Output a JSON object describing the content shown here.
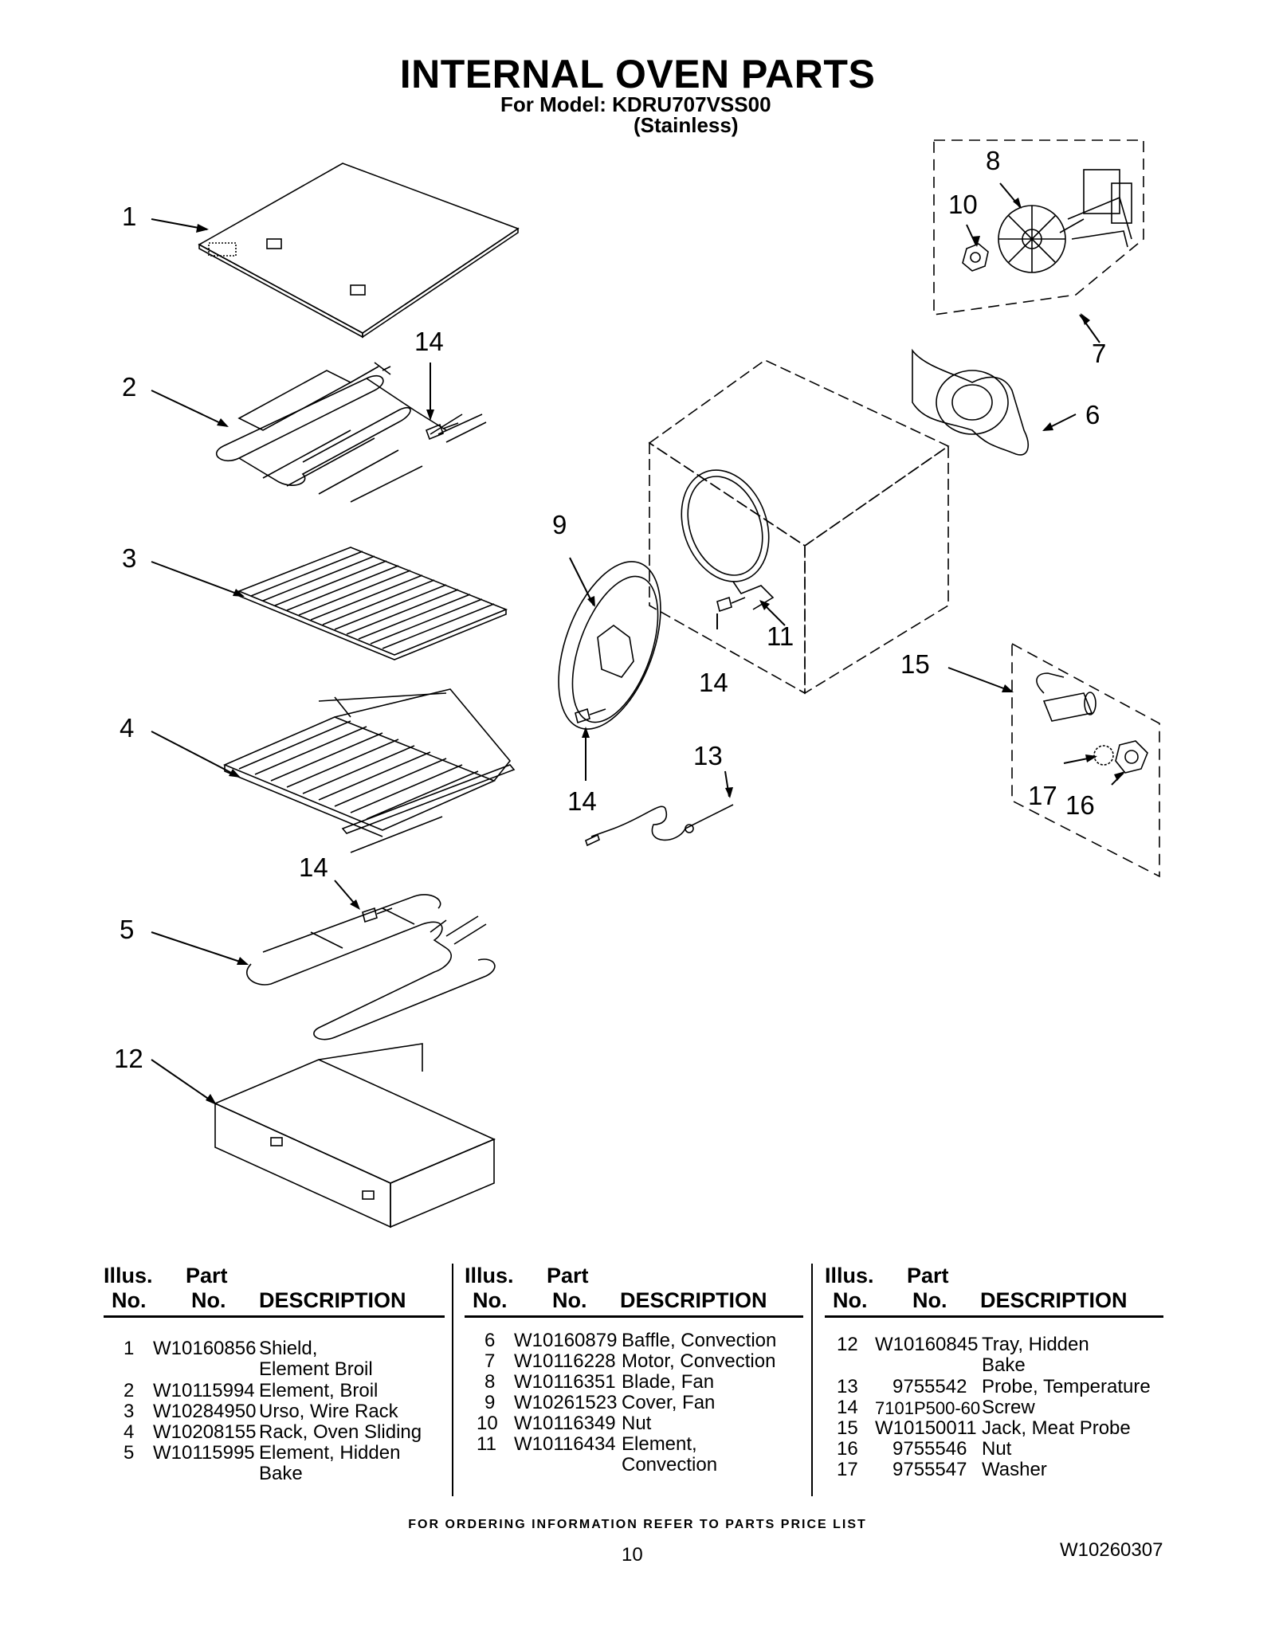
{
  "header": {
    "title": "INTERNAL OVEN PARTS",
    "model_line": "For Model: KDRU707VSS00",
    "finish": "(Stainless)"
  },
  "diagram": {
    "callouts": [
      "1",
      "2",
      "3",
      "4",
      "5",
      "6",
      "7",
      "8",
      "9",
      "10",
      "11",
      "12",
      "13",
      "14",
      "15",
      "16",
      "17"
    ]
  },
  "table": {
    "header_illus_1": "Illus.",
    "header_illus_2": "No.",
    "header_part_1": "Part",
    "header_part_2": "No.",
    "header_desc": "DESCRIPTION",
    "col1": [
      {
        "no": "1",
        "part": "W10160856",
        "desc": "Shield,",
        "desc2": "Element Broil"
      },
      {
        "no": "2",
        "part": "W10115994",
        "desc": "Element, Broil"
      },
      {
        "no": "3",
        "part": "W10284950",
        "desc": "Urso, Wire Rack"
      },
      {
        "no": "4",
        "part": "W10208155",
        "desc": "Rack, Oven Sliding"
      },
      {
        "no": "5",
        "part": "W10115995",
        "desc": "Element, Hidden",
        "desc2": "Bake"
      }
    ],
    "col2": [
      {
        "no": "6",
        "part": "W10160879",
        "desc": "Baffle, Convection"
      },
      {
        "no": "7",
        "part": "W10116228",
        "desc": "Motor, Convection"
      },
      {
        "no": "8",
        "part": "W10116351",
        "desc": "Blade, Fan"
      },
      {
        "no": "9",
        "part": "W10261523",
        "desc": "Cover, Fan"
      },
      {
        "no": "10",
        "part": "W10116349",
        "desc": "Nut"
      },
      {
        "no": "11",
        "part": "W10116434",
        "desc": "Element,",
        "desc2": "Convection"
      }
    ],
    "col3": [
      {
        "no": "12",
        "part": "W10160845",
        "desc": "Tray, Hidden",
        "desc2": "Bake"
      },
      {
        "no": "13",
        "part": "9755542",
        "desc": "Probe, Temperature"
      },
      {
        "no": "14",
        "part": "7101P500-60",
        "desc": "Screw"
      },
      {
        "no": "15",
        "part": "W10150011",
        "desc": "Jack, Meat Probe"
      },
      {
        "no": "16",
        "part": "9755546",
        "desc": "Nut"
      },
      {
        "no": "17",
        "part": "9755547",
        "desc": "Washer"
      }
    ]
  },
  "footer": {
    "ordering_note": "FOR ORDERING INFORMATION REFER TO PARTS PRICE LIST",
    "page_number": "10",
    "document_number": "W10260307"
  }
}
